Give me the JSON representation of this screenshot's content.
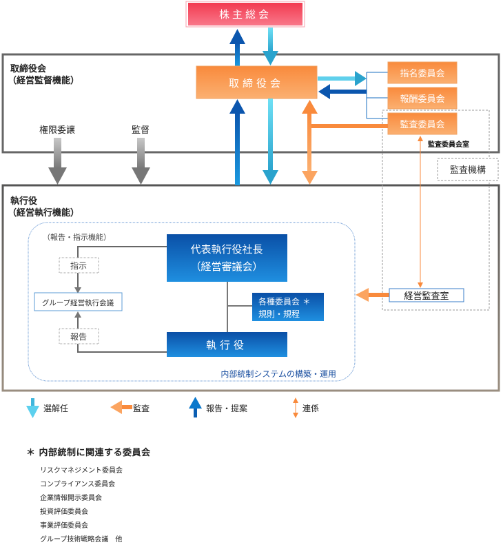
{
  "shareholders": {
    "label": "株主総会"
  },
  "board_section": {
    "title_line1": "取締役会",
    "title_line2": "（経営監督機能）"
  },
  "board_box": {
    "label": "取締役会"
  },
  "committees": [
    {
      "label": "指名委員会"
    },
    {
      "label": "報酬委員会"
    },
    {
      "label": "監査委員会"
    }
  ],
  "audit_committee_office": {
    "label": "監査委員会室"
  },
  "audit_organization": {
    "label": "監査機構"
  },
  "delegation_arrows": [
    {
      "label": "権限委譲"
    },
    {
      "label": "監督"
    }
  ],
  "exec_section": {
    "title_line1": "執行役",
    "title_line2": "（経営執行機能）"
  },
  "reporting_function": {
    "label": "（報告・指示機能）"
  },
  "instruction_tag": {
    "label": "指示"
  },
  "report_tag": {
    "label": "報告"
  },
  "group_council": {
    "label": "グループ経営執行会議"
  },
  "ceo_box": {
    "line1": "代表執行役社長",
    "line2": "（経営審議会）"
  },
  "various_committees": {
    "line1": "各種委員会 ＊",
    "line2": "規則・規程"
  },
  "executive_officers": {
    "label": "執行役"
  },
  "internal_control_caption": {
    "label": "内部統制システムの構築・運用"
  },
  "internal_audit_office": {
    "label": "経営監査室"
  },
  "legend": [
    {
      "icon": "arrow-down-icon",
      "label": "選解任"
    },
    {
      "icon": "arrow-left-icon",
      "label": "監査"
    },
    {
      "icon": "arrow-up-icon",
      "label": "報告・提案"
    },
    {
      "icon": "arrow-updown-icon",
      "label": "連係"
    }
  ],
  "footnote": {
    "title": "＊  内部統制に関連する委員会",
    "items": [
      "リスクマネジメント委員会",
      "コンプライアンス委員会",
      "企業情報開示委員会",
      "投資評価委員会",
      "事業評価委員会",
      "グループ技術戦略会議　他"
    ]
  },
  "colors": {
    "shareholders": "#f2445a",
    "orange": "#f9954a",
    "blue_dark": "#0b5fb3",
    "blue_light": "#4cc6e6",
    "gray_arrow": "#8a8a8a",
    "frame": "#666666"
  }
}
